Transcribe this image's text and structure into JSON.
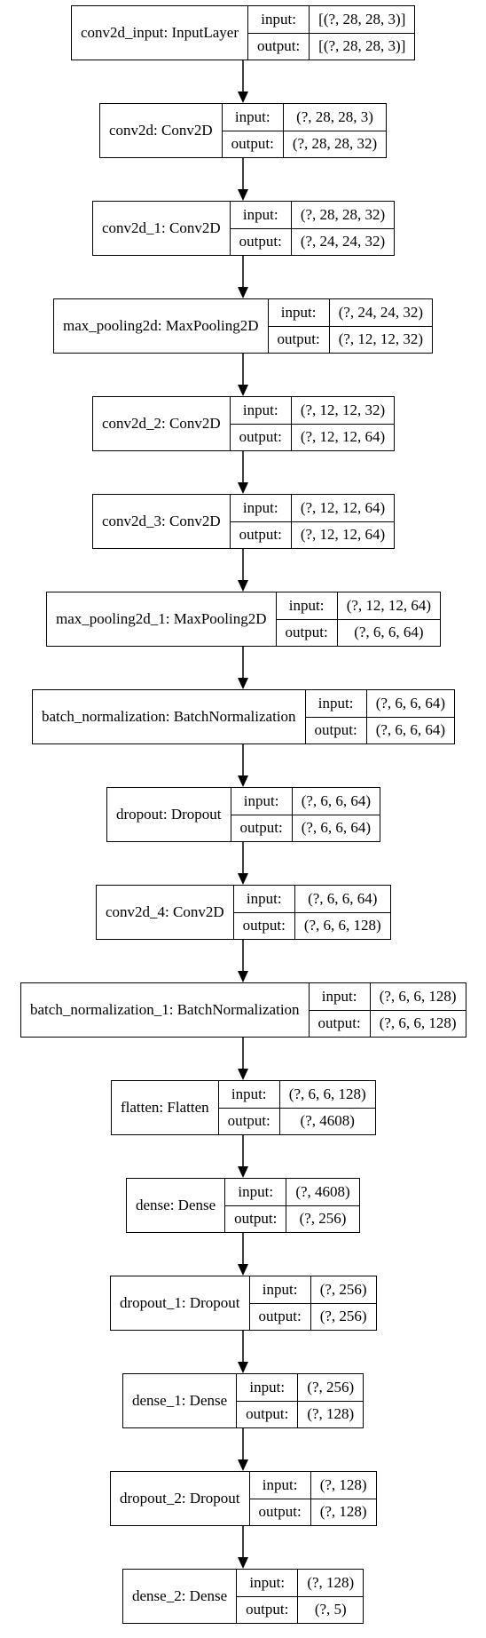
{
  "layers": [
    {
      "name": "conv2d_input: InputLayer",
      "input_label": "input:",
      "output_label": "output:",
      "input": "[(?, 28, 28, 3)]",
      "output": "[(?, 28, 28, 3)]"
    },
    {
      "name": "conv2d: Conv2D",
      "input_label": "input:",
      "output_label": "output:",
      "input": "(?, 28, 28, 3)",
      "output": "(?, 28, 28, 32)"
    },
    {
      "name": "conv2d_1: Conv2D",
      "input_label": "input:",
      "output_label": "output:",
      "input": "(?, 28, 28, 32)",
      "output": "(?, 24, 24, 32)"
    },
    {
      "name": "max_pooling2d: MaxPooling2D",
      "input_label": "input:",
      "output_label": "output:",
      "input": "(?, 24, 24, 32)",
      "output": "(?, 12, 12, 32)"
    },
    {
      "name": "conv2d_2: Conv2D",
      "input_label": "input:",
      "output_label": "output:",
      "input": "(?, 12, 12, 32)",
      "output": "(?, 12, 12, 64)"
    },
    {
      "name": "conv2d_3: Conv2D",
      "input_label": "input:",
      "output_label": "output:",
      "input": "(?, 12, 12, 64)",
      "output": "(?, 12, 12, 64)"
    },
    {
      "name": "max_pooling2d_1: MaxPooling2D",
      "input_label": "input:",
      "output_label": "output:",
      "input": "(?, 12, 12, 64)",
      "output": "(?, 6, 6, 64)"
    },
    {
      "name": "batch_normalization: BatchNormalization",
      "input_label": "input:",
      "output_label": "output:",
      "input": "(?, 6, 6, 64)",
      "output": "(?, 6, 6, 64)"
    },
    {
      "name": "dropout: Dropout",
      "input_label": "input:",
      "output_label": "output:",
      "input": "(?, 6, 6, 64)",
      "output": "(?, 6, 6, 64)"
    },
    {
      "name": "conv2d_4: Conv2D",
      "input_label": "input:",
      "output_label": "output:",
      "input": "(?, 6, 6, 64)",
      "output": "(?, 6, 6, 128)"
    },
    {
      "name": "batch_normalization_1: BatchNormalization",
      "input_label": "input:",
      "output_label": "output:",
      "input": "(?, 6, 6, 128)",
      "output": "(?, 6, 6, 128)"
    },
    {
      "name": "flatten: Flatten",
      "input_label": "input:",
      "output_label": "output:",
      "input": "(?, 6, 6, 128)",
      "output": "(?, 4608)"
    },
    {
      "name": "dense: Dense",
      "input_label": "input:",
      "output_label": "output:",
      "input": "(?, 4608)",
      "output": "(?, 256)"
    },
    {
      "name": "dropout_1: Dropout",
      "input_label": "input:",
      "output_label": "output:",
      "input": "(?, 256)",
      "output": "(?, 256)"
    },
    {
      "name": "dense_1: Dense",
      "input_label": "input:",
      "output_label": "output:",
      "input": "(?, 256)",
      "output": "(?, 128)"
    },
    {
      "name": "dropout_2: Dropout",
      "input_label": "input:",
      "output_label": "output:",
      "input": "(?, 128)",
      "output": "(?, 128)"
    },
    {
      "name": "dense_2: Dense",
      "input_label": "input:",
      "output_label": "output:",
      "input": "(?, 128)",
      "output": "(?, 5)"
    }
  ]
}
